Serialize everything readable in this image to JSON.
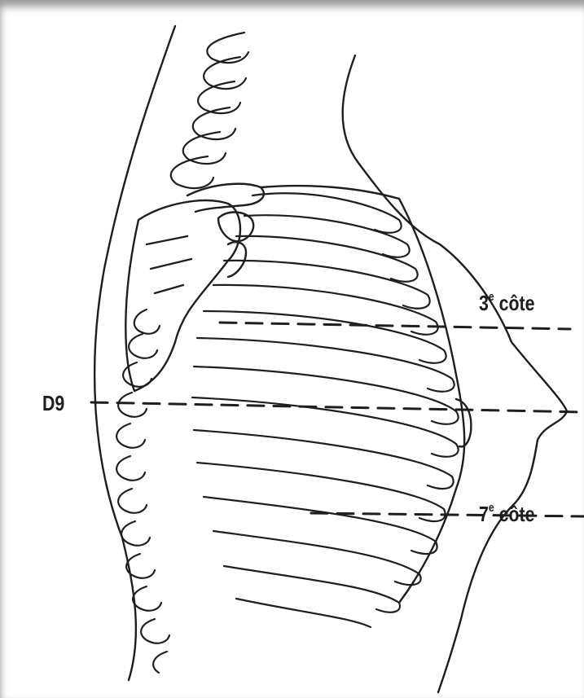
{
  "labels": {
    "d9": "D9",
    "rib3_prefix": "3",
    "rib3_suffix": "e",
    "rib3_word": "côte",
    "rib7_prefix": "7",
    "rib7_suffix": "e",
    "rib7_word": "côte"
  },
  "colors": {
    "ink": "#1e1e1e",
    "paper": "#ffffff",
    "frame": "#c9c9c9"
  }
}
